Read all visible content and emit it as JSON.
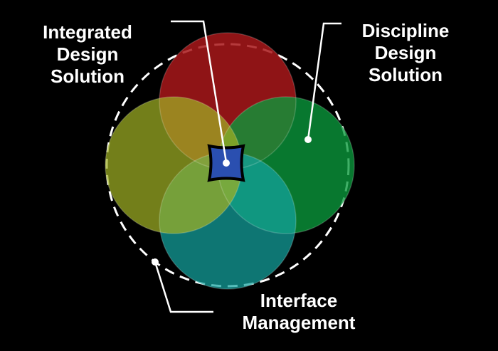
{
  "labels": {
    "integrated": {
      "line1": "Integrated",
      "line2": "Design",
      "line3": "Solution"
    },
    "discipline": {
      "line1": "Discipline",
      "line2": "Design",
      "line3": "Solution"
    },
    "interface": {
      "line1": "Interface",
      "line2": "Management"
    }
  },
  "colors": {
    "background": "#000000",
    "top_circle": "#9e1a1a",
    "right_circle": "#0a9a3c",
    "bottom_circle": "#14a3a0",
    "left_circle": "#8f9d22",
    "center_square": "#2a4fb0",
    "outline": "#ffffff"
  }
}
